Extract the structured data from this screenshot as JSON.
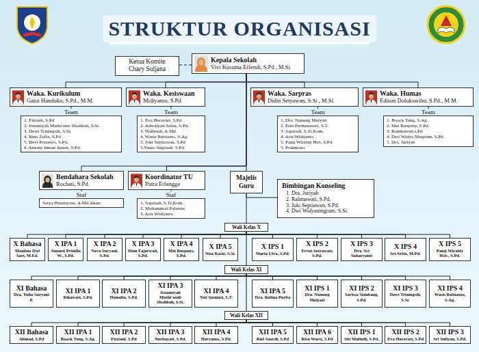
{
  "diagram": {
    "title": "STRUKTUR ORGANISASI",
    "nodes": [
      {
        "text": [
          "Ketua Komite",
          "Chary Suljana"
        ]
      },
      {
        "text": [
          "Kepala Sekolah",
          "Vivi Kusuma Effendi, S.Pd., M.Si."
        ]
      },
      {
        "text": [
          "Waka. Kurikulum",
          "Gatot Handoko, S.Pd., M.M."
        ]
      },
      {
        "text": [
          "Waka. Kesiswaan",
          "Midiyanto, S.Pd."
        ]
      },
      {
        "text": [
          "Waka. Sarpras",
          "Didin Setyawan, S.Si., M.Si."
        ]
      },
      {
        "text": [
          "Waka. Humas",
          "Edison Doloksaribu, S.Pd., M.M."
        ]
      },
      {
        "text": [
          "Team",
          "1. Fitriani, S.Pd",
          "2. Itsnaniyah Muthi'atus Sholihah, S.Si.",
          "3. Dewi Triningsih, S.Si.",
          "4. Rina Zulfa, S.Pd",
          "5. Devi Prasetyo, S.Pd.",
          "6. Antony Imran Aruan, S.Pd."
        ]
      },
      {
        "text": [
          "Team",
          "1. Eva Heravati, S.Pd",
          "2. Adwalyan Sadar, S.Pd.",
          "3. Wahyudi, A.Md.",
          "4. Wasis Rubianto, S.Ag.",
          "5. Joki Septiawan, S.Pd",
          "5.Yanto Sugriadi, S.Pd."
        ]
      },
      {
        "text": [
          "Team",
          "1. Dra. Nunung Mulyati",
          "2. Erni Permanasari, S.T.",
          "3. Sapriadi, S.Tr.Kom.",
          "4. Aris Widijanto",
          "5. Panji Wiraldy Hsb, S.Pd",
          "5. Prakmono"
        ]
      },
      {
        "text": [
          "Team",
          "1. Boock Tang, S.Ag.",
          "2. Mei Ruspeny, S.Pd.",
          "3. Rahmawati,s.Pd",
          "4. Dwi Widya Ningrum, S.Pd.",
          "5. Dra. Juriyah"
        ]
      },
      {
        "text": [
          "Bendahara Sekolah",
          "Rochati, S.Pd."
        ]
      },
      {
        "text": [
          "Koordinator TU",
          "Putra Erlangga"
        ]
      },
      {
        "text": [
          "Majelis Guru"
        ]
      },
      {
        "text": [
          "Bimbingan Konseling",
          "1. Dra. Juriyah",
          "2. Rahmawati, S.Pd.",
          "3. Joki Septiawan, S.Pd.",
          "4. Dwi Widyaningrum, S.Si."
        ]
      },
      {
        "text": [
          "Staf",
          "Setya Handayani, A.Md.Akun."
        ]
      },
      {
        "text": [
          "Staf",
          "1. Sapriadi, S.Tr.Kom.",
          "2. Muhammad Palestin",
          "3. Aris Widijanto"
        ]
      },
      {
        "text": [
          "Wali Kelas X"
        ]
      },
      {
        "text": [
          "X Bahasa",
          "Maulina Dwi Sari, M.Ed."
        ]
      },
      {
        "text": [
          "X IPA 1",
          "Amanti Prinilla W., S.Pd."
        ]
      },
      {
        "text": [
          "X IPA 2",
          "Neva Suryani, S.Pd."
        ]
      },
      {
        "text": [
          "X IPA 3",
          "Dian Fajarwati, S.Pd."
        ]
      },
      {
        "text": [
          "X IPA 4",
          "Mei Ruspeny, S.Pd."
        ]
      },
      {
        "text": [
          "X IPA 5",
          "Nisa Kasir, S.Si."
        ]
      },
      {
        "text": [
          "X IPS 1",
          "Maria Ulva, S.Pd."
        ]
      },
      {
        "text": [
          "X IPS 2",
          "Ervni Setyawati, S.Pd."
        ]
      },
      {
        "text": [
          "X IPS 3",
          "Dra. Sri Suharyanti"
        ]
      },
      {
        "text": [
          "X IPS 4",
          "Sri Arita, M.Pd."
        ]
      },
      {
        "text": [
          "X IPS 5",
          "Panji Wiraldy Hsb., S.Pd."
        ]
      },
      {
        "text": [
          "Wali Kelas XI"
        ]
      },
      {
        "text": [
          "XI Bahasa",
          "Dra. Yulia Suryani P."
        ]
      },
      {
        "text": [
          "XI IPA 1",
          "Rikawati, S.Pd."
        ]
      },
      {
        "text": [
          "XI IPA 2",
          "Hemelia, S.Pd."
        ]
      },
      {
        "text": [
          "XI IPA 3",
          "Itsnaniyah Muthi'atuh Sholihah, S.Si."
        ]
      },
      {
        "text": [
          "XI IPA 4",
          "Yeti Sumiati, S.T."
        ]
      },
      {
        "text": [
          "XI IPA 5",
          "Dra. Rulina Purba"
        ]
      },
      {
        "text": [
          "XI IPS 1",
          "Dra. Nunung Mulyati"
        ]
      },
      {
        "text": [
          "XI IPS 2",
          "Serissa Sidabang, S.Pd."
        ]
      },
      {
        "text": [
          "XI IPS 3",
          "Dewi Triningsih, S.Si."
        ]
      },
      {
        "text": [
          "XI IPS 4",
          "Wasis Rubianto, S.Ag."
        ]
      },
      {
        "text": [
          "Wali Kelas XII"
        ]
      },
      {
        "text": [
          "XII Bahasa",
          "Ahmad, S.Pd"
        ]
      },
      {
        "text": [
          "XII IPA 1",
          "Boock Tang, S.Ag."
        ]
      },
      {
        "text": [
          "XII IPA 2",
          "Fitriani, S.Pd"
        ]
      },
      {
        "text": [
          "XII IPA 3",
          "Nurhayati, S.Pd."
        ]
      },
      {
        "text": [
          "XII IPA 4",
          "Haryanto, S.Pd."
        ]
      },
      {
        "text": [
          "XII IPA 5",
          "Riel Saardi, S.Pd"
        ]
      },
      {
        "text": [
          "XII IPA 6",
          "Risa Warti, S.Pd"
        ]
      },
      {
        "text": [
          "XII IPS 1",
          "Siti Mafluih, S.Pd."
        ]
      },
      {
        "text": [
          "XII IPS 2",
          "Eva Heravati, S.Pd"
        ]
      },
      {
        "text": [
          "XII IPS 3",
          "Sri Suliyan, S.Pd."
        ]
      }
    ],
    "edges": [
      {
        "from": 1,
        "to": 0,
        "arrow": "none"
      },
      {
        "from": 1,
        "to": 2,
        "arrow": "none"
      },
      {
        "from": 1,
        "to": 3,
        "arrow": "none"
      },
      {
        "from": 1,
        "to": 4,
        "arrow": "none"
      },
      {
        "from": 1,
        "to": 5,
        "arrow": "none"
      },
      {
        "from": 2,
        "to": 6,
        "arrow": "none"
      },
      {
        "from": 3,
        "to": 7,
        "arrow": "none"
      },
      {
        "from": 4,
        "to": 8,
        "arrow": "none"
      },
      {
        "from": 5,
        "to": 9,
        "arrow": "none"
      },
      {
        "from": 1,
        "to": 10,
        "arrow": "none"
      },
      {
        "from": 1,
        "to": 11,
        "arrow": "none"
      },
      {
        "from": 1,
        "to": 12,
        "arrow": "none"
      },
      {
        "from": 12,
        "to": 13,
        "arrow": "none"
      },
      {
        "from": 10,
        "to": 14,
        "arrow": "none"
      },
      {
        "from": 11,
        "to": 15,
        "arrow": "none"
      },
      {
        "from": 12,
        "to": 16,
        "arrow": "none"
      },
      {
        "from": 16,
        "to": 17,
        "arrow": "none"
      },
      {
        "from": 16,
        "to": 18,
        "arrow": "none"
      },
      {
        "from": 16,
        "to": 19,
        "arrow": "none"
      },
      {
        "from": 16,
        "to": 20,
        "arrow": "none"
      },
      {
        "from": 16,
        "to": 21,
        "arrow": "none"
      },
      {
        "from": 16,
        "to": 22,
        "arrow": "none"
      },
      {
        "from": 16,
        "to": 23,
        "arrow": "none"
      },
      {
        "from": 16,
        "to": 24,
        "arrow": "none"
      },
      {
        "from": 16,
        "to": 25,
        "arrow": "none"
      },
      {
        "from": 16,
        "to": 26,
        "arrow": "none"
      },
      {
        "from": 16,
        "to": 27,
        "arrow": "none"
      },
      {
        "from": 16,
        "to": 28,
        "arrow": "none"
      },
      {
        "from": 28,
        "to": 29,
        "arrow": "none"
      },
      {
        "from": 28,
        "to": 30,
        "arrow": "none"
      },
      {
        "from": 28,
        "to": 31,
        "arrow": "none"
      },
      {
        "from": 28,
        "to": 32,
        "arrow": "none"
      },
      {
        "from": 28,
        "to": 33,
        "arrow": "none"
      },
      {
        "from": 28,
        "to": 34,
        "arrow": "none"
      },
      {
        "from": 28,
        "to": 35,
        "arrow": "none"
      },
      {
        "from": 28,
        "to": 36,
        "arrow": "none"
      },
      {
        "from": 28,
        "to": 37,
        "arrow": "none"
      },
      {
        "from": 28,
        "to": 38,
        "arrow": "none"
      },
      {
        "from": 28,
        "to": 39,
        "arrow": "none"
      },
      {
        "from": 39,
        "to": 40,
        "arrow": "none"
      },
      {
        "from": 39,
        "to": 41,
        "arrow": "none"
      },
      {
        "from": 39,
        "to": 42,
        "arrow": "none"
      },
      {
        "from": 39,
        "to": 43,
        "arrow": "none"
      },
      {
        "from": 39,
        "to": 44,
        "arrow": "none"
      },
      {
        "from": 39,
        "to": 45,
        "arrow": "none"
      },
      {
        "from": 39,
        "to": 46,
        "arrow": "none"
      },
      {
        "from": 39,
        "to": 47,
        "arrow": "none"
      },
      {
        "from": 39,
        "to": 48,
        "arrow": "none"
      },
      {
        "from": 39,
        "to": 49,
        "arrow": "none"
      }
    ]
  }
}
